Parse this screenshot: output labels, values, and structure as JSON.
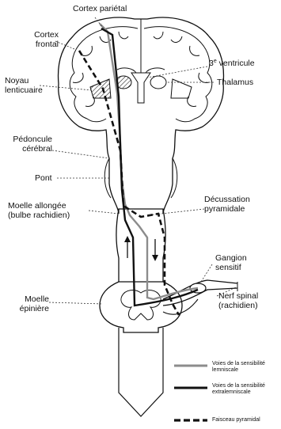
{
  "labels": {
    "cortex_parietal": "Cortex pariétal",
    "cortex_frontal": "Cortex\nfrontal",
    "ventricule_number": "3",
    "ventricule_sup": "e",
    "ventricule_text": " ventricule",
    "thalamus": "Thalamus",
    "noyau_lenticulaire": "Noyau\nlenticuaire",
    "pedoncule": "Pédoncule\ncérébral",
    "pont": "Pont",
    "moelle_allongee": "Moelle allongée\n(bulbe rachidien)",
    "decussation": "Décussation\npyramidale",
    "ganglion": "Gangion\nsensitif",
    "nerf_spinal": "Nerf spinal\n(rachidien)",
    "moelle_epiniere": "Moelle\népinière"
  },
  "legend": [
    {
      "label": "Voies de la sensibilité\nlemniscale",
      "style": "gray-solid",
      "color": "#8c8c8c"
    },
    {
      "label": "Voies de la sensibilité\nextralemniscale",
      "style": "black-solid",
      "color": "#111111"
    },
    {
      "label": "Faisceau pyramidal",
      "style": "black-dashed",
      "color": "#111111"
    }
  ]
}
